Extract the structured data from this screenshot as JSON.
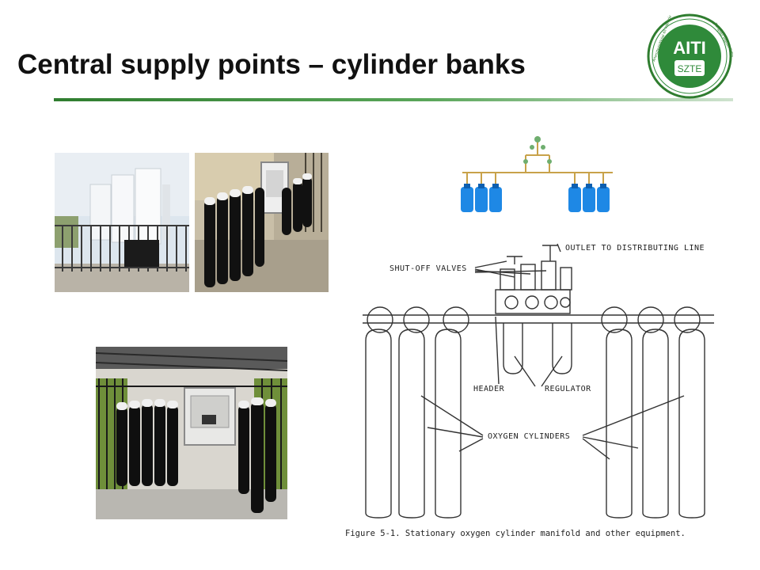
{
  "slide": {
    "title": "Central supply points – cylinder banks"
  },
  "logo": {
    "main_text": "AITI",
    "sub_text": "SZTE",
    "ring_text_left": "Aneszteziológiai és Intenzív",
    "ring_text_right": "Terápiás Intézet Szeged"
  },
  "diagram": {
    "labels": {
      "outlet": "OUTLET TO DISTRIBUTING LINE",
      "shutoff": "SHUT-OFF VALVES",
      "header": "HEADER",
      "regulator": "REGULATOR",
      "cylinders": "OXYGEN CYLINDERS"
    },
    "caption": "Figure 5-1.  Stationary oxygen cylinder manifold and other equipment."
  },
  "colors": {
    "title": "#111111",
    "accent_green": "#2f7d2f",
    "cylinder_blue": "#1e88e5"
  }
}
